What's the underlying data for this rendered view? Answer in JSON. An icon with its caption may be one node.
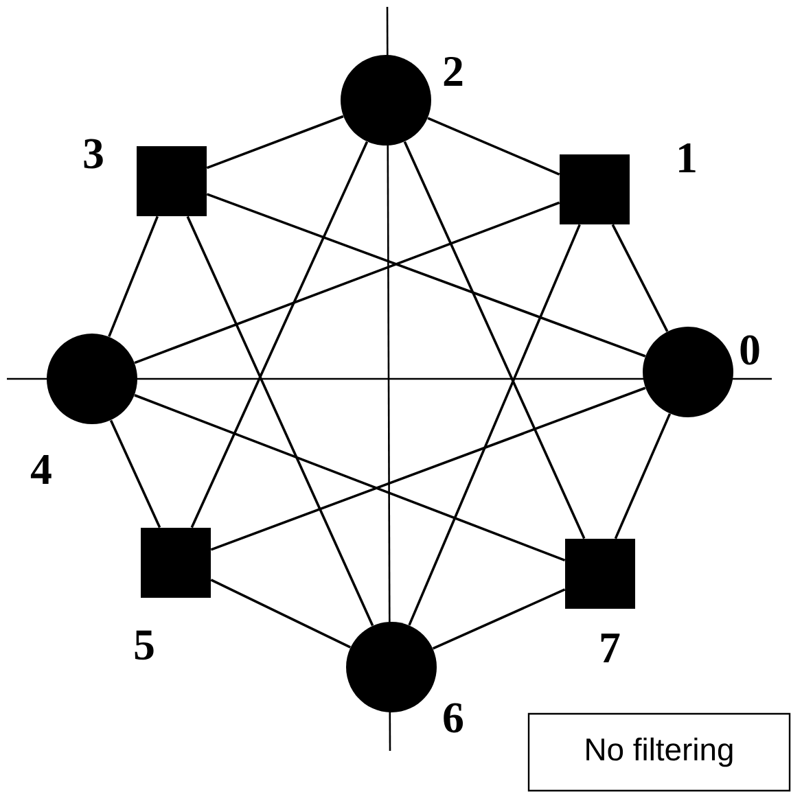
{
  "diagram": {
    "nodes": [
      {
        "text": [],
        "shape": "circle",
        "beside": [
          "0"
        ]
      },
      {
        "text": [],
        "shape": "box",
        "beside": [
          "1"
        ]
      },
      {
        "text": [],
        "shape": "circle",
        "beside": [
          "2"
        ]
      },
      {
        "text": [],
        "shape": "box",
        "beside": [
          "3"
        ]
      },
      {
        "text": [],
        "shape": "circle",
        "beside": [
          "4"
        ]
      },
      {
        "text": [],
        "shape": "box",
        "beside": [
          "5"
        ]
      },
      {
        "text": [],
        "shape": "circle",
        "beside": [
          "6"
        ]
      },
      {
        "text": [],
        "shape": "box",
        "beside": [
          "7"
        ]
      },
      {
        "text": [
          "No filtering"
        ]
      }
    ],
    "edges": [
      {
        "from": 0,
        "to": 1,
        "arrow": "none"
      },
      {
        "from": 1,
        "to": 2,
        "arrow": "none"
      },
      {
        "from": 2,
        "to": 3,
        "arrow": "none"
      },
      {
        "from": 3,
        "to": 4,
        "arrow": "none"
      },
      {
        "from": 4,
        "to": 5,
        "arrow": "none"
      },
      {
        "from": 5,
        "to": 6,
        "arrow": "none"
      },
      {
        "from": 6,
        "to": 7,
        "arrow": "none"
      },
      {
        "from": 7,
        "to": 0,
        "arrow": "none"
      },
      {
        "from": 0,
        "to": 3,
        "arrow": "none"
      },
      {
        "from": 0,
        "to": 5,
        "arrow": "none"
      },
      {
        "from": 1,
        "to": 4,
        "arrow": "none"
      },
      {
        "from": 1,
        "to": 6,
        "arrow": "none"
      },
      {
        "from": 2,
        "to": 5,
        "arrow": "none"
      },
      {
        "from": 2,
        "to": 7,
        "arrow": "none"
      },
      {
        "from": 3,
        "to": 6,
        "arrow": "none"
      },
      {
        "from": 4,
        "to": 7,
        "arrow": "none"
      }
    ]
  }
}
